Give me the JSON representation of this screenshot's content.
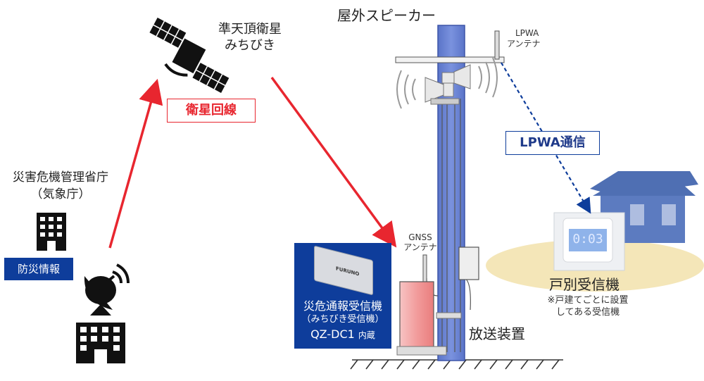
{
  "satellite": {
    "name_line1": "準天頂衛星",
    "name_line2": "みちびき"
  },
  "satellite_link": {
    "label": "衛星回線"
  },
  "agency": {
    "line1": "災害危機管理省庁",
    "line2": "（気象庁）",
    "tag": "防災情報"
  },
  "speaker": {
    "title": "屋外スピーカー"
  },
  "lpwa_antenna": {
    "line1": "LPWA",
    "line2": "アンテナ"
  },
  "lpwa_link": {
    "label": "LPWA通信"
  },
  "gnss_antenna": {
    "line1": "GNSS",
    "line2": "アンテナ"
  },
  "receiver_box": {
    "line1": "災危通報受信機",
    "line2": "（みちびき受信機）",
    "line3_main": "QZ-DC1",
    "line3_suffix": "内蔵",
    "device_text": "FURUNO"
  },
  "broadcast": {
    "label": "放送装置"
  },
  "home_receiver": {
    "title": "戸別受信機",
    "note_line1": "※戸建てごとに設置",
    "note_line2": "してある受信機",
    "display_text": "0:03"
  },
  "colors": {
    "red": "#e8262f",
    "blue": "#0e3d9b",
    "navy_text": "#1f3a8a",
    "pole": "#6e87d6",
    "house": "#4f6fb3",
    "ellipse": "#f4e6b8"
  }
}
